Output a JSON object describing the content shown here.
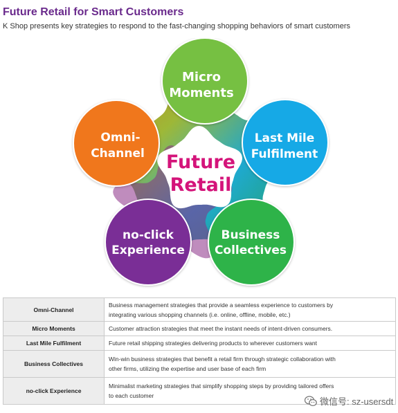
{
  "header": {
    "title": "Future Retail for Smart Customers",
    "subtitle": "K Shop presents key strategies to respond to the fast-changing shopping behaviors of smart customers"
  },
  "diagram": {
    "center_line1": "Future",
    "center_line2": "Retail",
    "nodes": [
      {
        "line1": "Micro",
        "line2": "Moments",
        "color": "#76c043"
      },
      {
        "line1": "Last Mile",
        "line2": "Fulfilment",
        "color": "#12a9e6"
      },
      {
        "line1": "Business",
        "line2": "Collectives",
        "color": "#2fb34a"
      },
      {
        "line1": "no-click",
        "line2": "Experience",
        "color": "#7a2e96"
      },
      {
        "line1": "Omni-",
        "line2": "Channel",
        "color": "#f0771f"
      }
    ],
    "center_text_color": "#d4147a"
  },
  "table": {
    "rows": [
      {
        "term": "Omni-Channel",
        "line1": "Business management strategies that provide a seamless experience to customers by",
        "line2": "integrating various shopping channels (i.e. online, offline, mobile, etc.)"
      },
      {
        "term": "Micro Moments",
        "line1": "Customer attraction strategies that meet the instant needs of intent-driven consumers.",
        "line2": ""
      },
      {
        "term": "Last Mile Fulfilment",
        "line1": "Future retail shipping strategies delivering products to wherever customers want",
        "line2": ""
      },
      {
        "term": "Business Collectives",
        "line1": "Win-win business strategies that benefit a retail firm through strategic collaboration with",
        "line2": "other firms, utilizing the expertise and user base of each firm"
      },
      {
        "term": "no-click Experience",
        "line1": "Minimalist marketing strategies that simplify shopping steps by providing tailored offers",
        "line2": "to each customer"
      }
    ]
  },
  "watermark": {
    "text": "微信号: sz-usersdt",
    "icon": "wechat-icon"
  }
}
